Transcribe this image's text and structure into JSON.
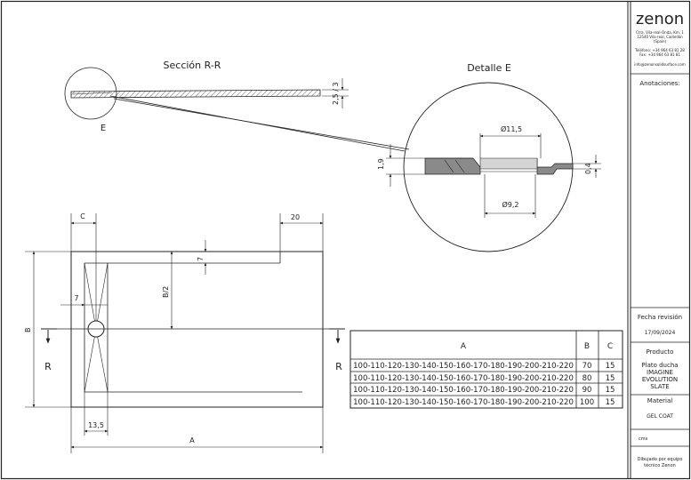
{
  "titleblock": {
    "logo": "zenon",
    "address_1": "Ctra. Vila-real-Onda, Km. 1",
    "address_2": "12540 Vila-real, Castellón",
    "address_3": "(Spain)",
    "phone": "Teléfono: +34 964 63 81 28",
    "fax": "Fax: +34 964 63 81 81",
    "email": "info@zenonsolidsurface.com",
    "annotations_label": "Anotaciones:",
    "revision_label": "Fecha revisión",
    "revision_date": "17/09/2024",
    "product_label": "Producto",
    "product_line1": "Plato ducha",
    "product_line2": "IMAGINE",
    "product_line3": "EVOLUTION",
    "product_line4": "SLATE",
    "material_label": "Material",
    "material_value": "GEL COAT",
    "units": "cms",
    "drawn_line1": "Dibujado por equipo",
    "drawn_line2": "técnico Zenon"
  },
  "section": {
    "title": "Sección R-R",
    "thickness_label": "2,5 / 3",
    "detail_marker": "E"
  },
  "detail": {
    "title": "Detalle E",
    "dim_top": "Ø11,5",
    "dim_bottom": "Ø9,2",
    "dim_left": "1,9",
    "dim_right": "0,4"
  },
  "plan": {
    "dim_c": "C",
    "dim_20": "20",
    "dim_7_top": "7",
    "dim_b2": "B/2",
    "dim_b": "B",
    "dim_7_left": "7",
    "dim_13_5": "13,5",
    "dim_a": "A",
    "cut_left": "R",
    "cut_right": "R"
  },
  "table": {
    "headers": [
      "A",
      "B",
      "C"
    ],
    "rows": [
      [
        "100-110-120-130-140-150-160-170-180-190-200-210-220",
        "70",
        "15"
      ],
      [
        "100-110-120-130-140-150-160-170-180-190-200-210-220",
        "80",
        "15"
      ],
      [
        "100-110-120-130-140-150-160-170-180-190-200-210-220",
        "90",
        "15"
      ],
      [
        "100-110-120-130-140-150-160-170-180-190-200-210-220",
        "100",
        "15"
      ]
    ]
  }
}
